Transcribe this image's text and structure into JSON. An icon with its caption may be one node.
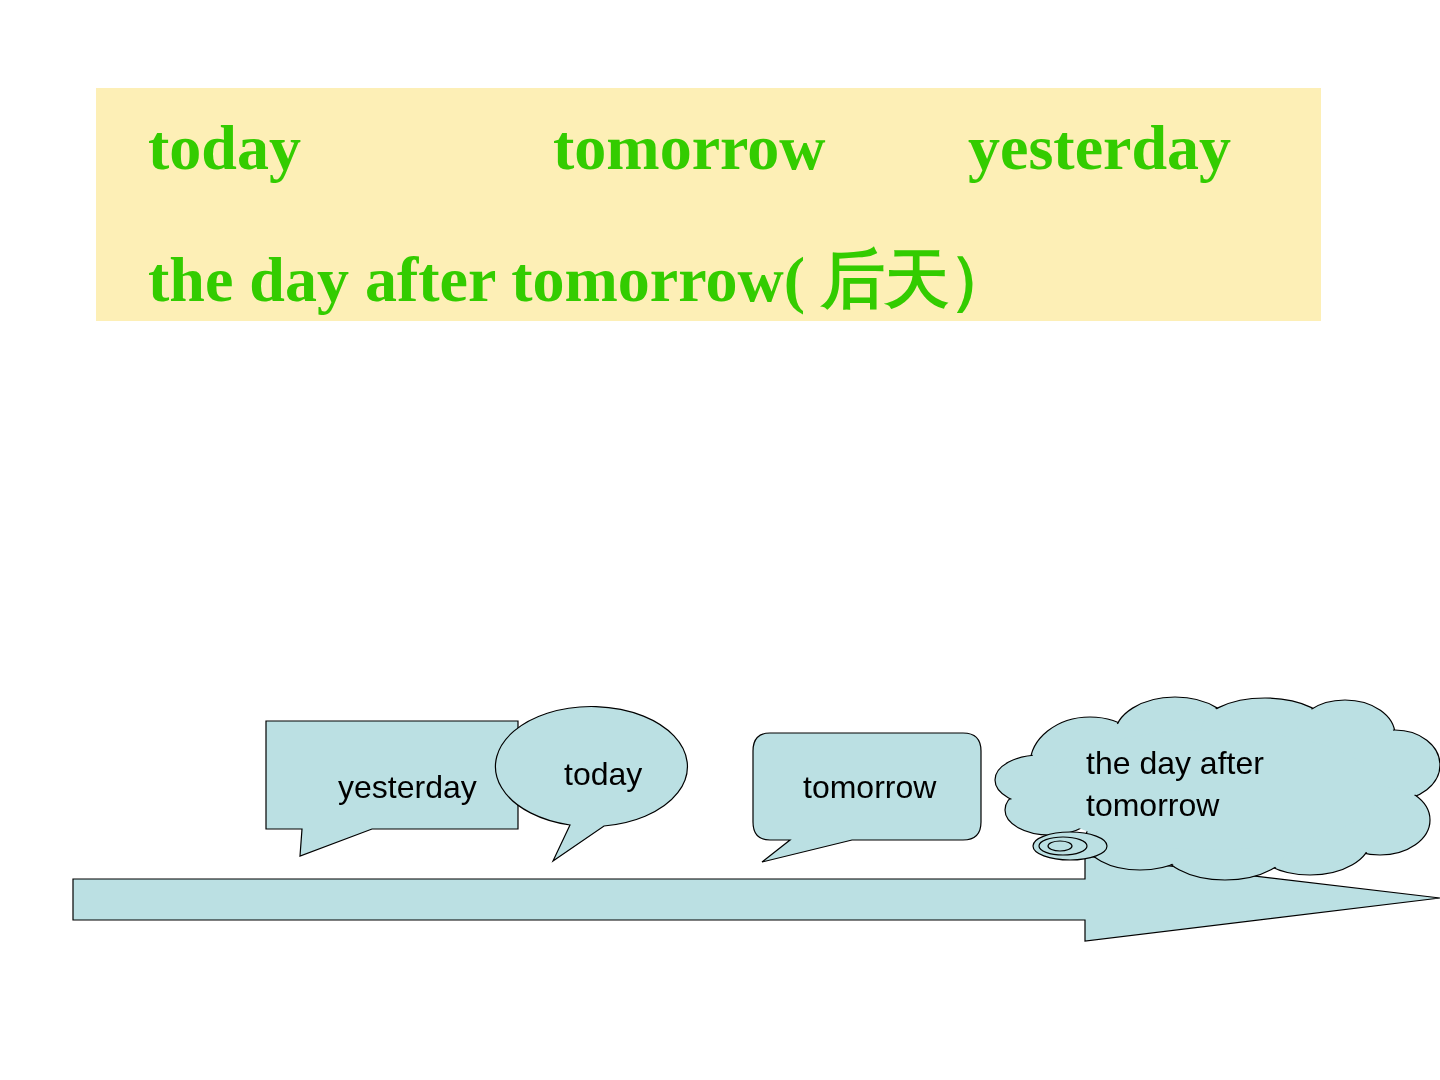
{
  "diagram": {
    "nodes": [
      {
        "text": [
          "today",
          "tomorrow",
          "yesterday",
          "the day after tomorrow( 后天）"
        ]
      },
      {
        "text": [
          "yesterday"
        ]
      },
      {
        "text": [
          "today"
        ]
      },
      {
        "text": [
          "tomorrow"
        ]
      },
      {
        "text": [
          "the day after tomorrow"
        ]
      }
    ],
    "edges": []
  }
}
